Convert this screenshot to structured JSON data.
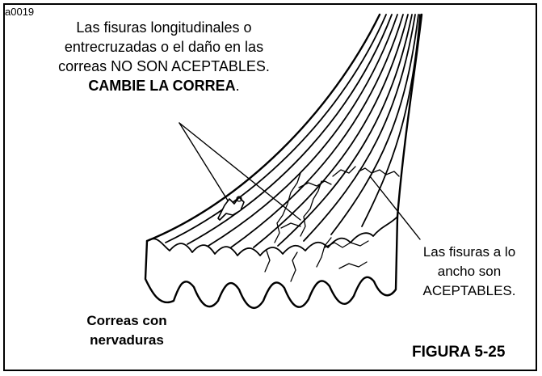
{
  "figure": {
    "id_code": "a0019",
    "figure_number": "FIGURA 5-25"
  },
  "warning": {
    "line1": "Las fisuras longitudinales o",
    "line2": "entrecruzadas o el daño en las",
    "line3": "correas NO SON ACEPTABLES.",
    "line4_strong": "CAMBIE LA CORREA",
    "line4_tail": "."
  },
  "acceptable": {
    "line1": "Las fisuras a lo",
    "line2": "ancho son",
    "line3": "ACEPTABLES."
  },
  "belt_label": {
    "line1": "Correas con",
    "line2": "nervaduras"
  }
}
